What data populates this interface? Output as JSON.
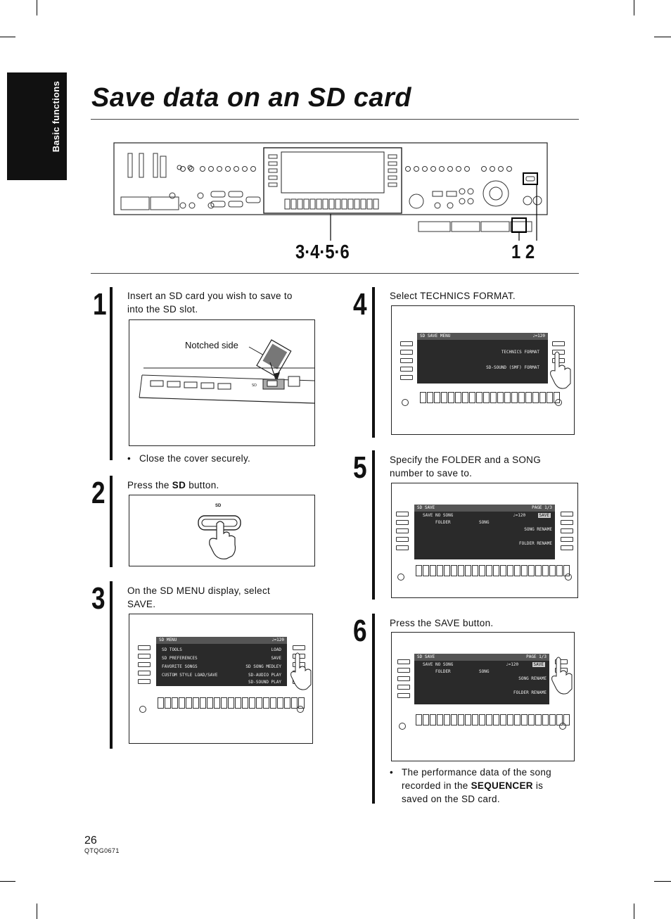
{
  "side_tab": {
    "label": "Basic functions"
  },
  "page": {
    "title": "Save data on an SD card",
    "page_number": "26",
    "doc_code": "QTQG0671"
  },
  "panel": {
    "callout_left": "3·4·5·6",
    "callout_right": "1 2"
  },
  "steps": [
    {
      "num": "1",
      "text1": "Insert an SD card you wish to save to",
      "text2": "into the SD slot.",
      "figure_label": "Notched side",
      "bullet": "Close the cover securely."
    },
    {
      "num": "2",
      "text_pre": "Press the ",
      "text_bold": "SD",
      "text_post": " button.",
      "button_label": "SD"
    },
    {
      "num": "3",
      "text1": "On the SD MENU display, select",
      "text2": "SAVE.",
      "lcd": {
        "header": "SD MENU",
        "tempo": "♩=120",
        "left": [
          "SD TOOLS",
          "SD PREFERENCES",
          "FAVORITE SONGS",
          "CUSTOM STYLE LOAD/SAVE"
        ],
        "right": [
          "LOAD",
          "SAVE",
          "SD SONG MEDLEY",
          "SD-AUDIO PLAY",
          "SD-SOUND PLAY"
        ]
      }
    },
    {
      "num": "4",
      "text1": "Select TECHNICS FORMAT.",
      "lcd": {
        "header": "SD SAVE MENU",
        "tempo": "♩=120",
        "opt1": "TECHNICS FORMAT",
        "opt2": "SD-SOUND (SMF) FORMAT"
      }
    },
    {
      "num": "5",
      "text1": "Specify the FOLDER and a SONG",
      "text2": "number to save to.",
      "lcd": {
        "header": "SD SAVE",
        "tempo": "♩=120",
        "page": "PAGE 1/3",
        "save": "SAVE",
        "folder": "FOLDER",
        "song": "SONG",
        "song_name": "SAVE NO SONG",
        "right1": "SONG RENAME",
        "right2": "FOLDER RENAME"
      }
    },
    {
      "num": "6",
      "text1": "Press the SAVE button.",
      "lcd": {
        "header": "SD SAVE",
        "tempo": "♩=120",
        "page": "PAGE 1/3",
        "save": "SAVE",
        "folder": "FOLDER",
        "song": "SONG",
        "song_name": "SAVE NO SONG",
        "right1": "SONG RENAME",
        "right2": "FOLDER RENAME"
      },
      "bullet_pre": "The performance data of the song",
      "bullet_mid_pre": "recorded in the ",
      "bullet_bold": "SEQUENCER",
      "bullet_mid_post": " is",
      "bullet_end": "saved on the SD card."
    }
  ]
}
